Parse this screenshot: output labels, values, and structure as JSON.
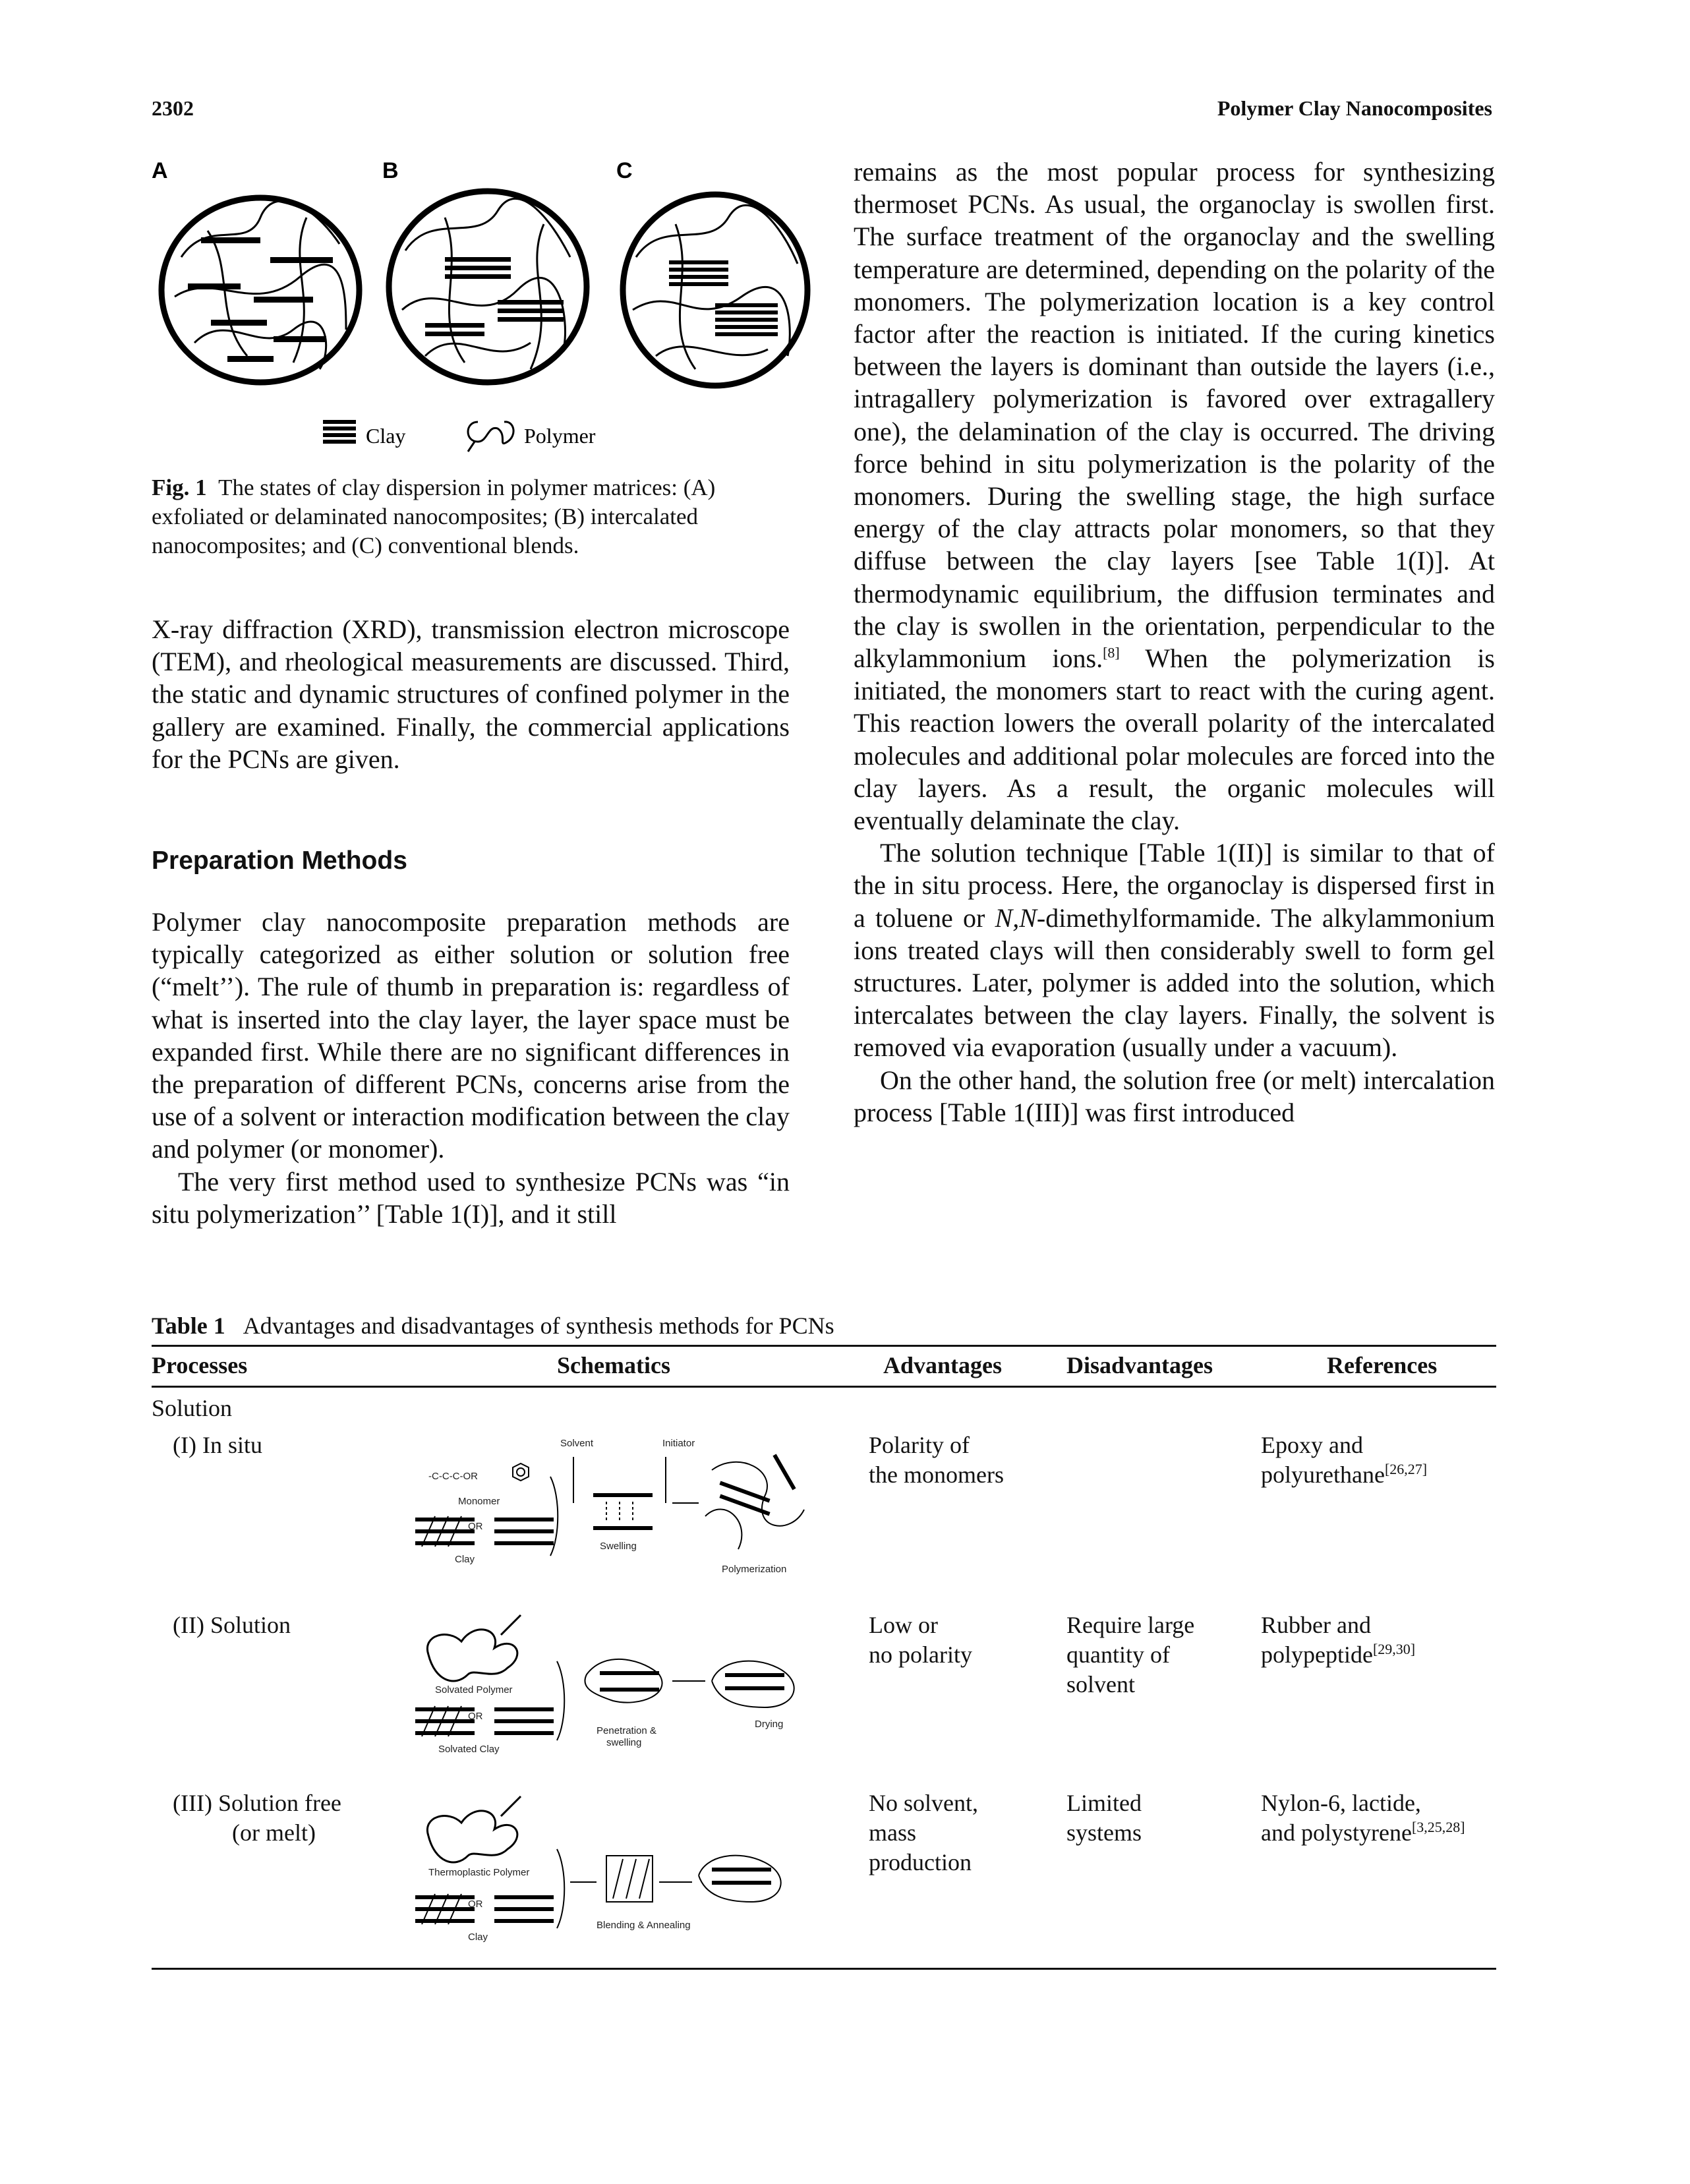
{
  "header": {
    "page_number": "2302",
    "running_title": "Polymer Clay Nanocomposites"
  },
  "figure1": {
    "panel_labels": [
      "A",
      "B",
      "C"
    ],
    "legend_clay": "Clay",
    "legend_polymer": "Polymer",
    "caption_label": "Fig. 1",
    "caption_text": "The states of clay dispersion in polymer matrices: (A) exfoliated or delaminated nanocomposites; (B) intercalated nanocomposites; and (C) conventional blends."
  },
  "left_column": {
    "p1": "X-ray diffraction (XRD), transmission electron microscope (TEM), and rheological measurements are discussed. Third, the static and dynamic structures of confined polymer in the gallery are examined. Finally, the commercial applications for the PCNs are given.",
    "section_heading": "Preparation Methods",
    "p2": "Polymer clay nanocomposite preparation methods are typically categorized as either solution or solution free (“melt’’). The rule of thumb in preparation is: regardless of what is inserted into the clay layer, the layer space must be expanded first. While there are no significant differences in the preparation of different PCNs, concerns arise from the use of a solvent or interaction modification between the clay and polymer (or monomer).",
    "p3": "The very first method used to synthesize PCNs was “in situ polymerization’’ [Table 1(I)], and it still"
  },
  "right_column": {
    "p1": "remains as the most popular process for synthesizing thermoset PCNs. As usual, the organoclay is swollen first. The surface treatment of the organoclay and the swelling temperature are determined, depending on the polarity of the monomers. The polymerization location is a key control factor after the reaction is initiated. If the curing kinetics between the layers is dominant than outside the layers (i.e., intragallery polymerization is favored over extragallery one), the delamination of the clay is occurred. The driving force behind in situ polymerization is the polarity of the monomers. During the swelling stage, the high surface energy of the clay attracts polar monomers, so that they diffuse between the clay layers [see Table 1(I)]. At thermodynamic equilibrium, the diffusion terminates and the clay is swollen in the orientation, perpendicular to the alkylammonium ions.",
    "p1_ref": "[8]",
    "p1_tail": " When the polymerization is initiated, the monomers start to react with the curing agent. This reaction lowers the overall polarity of the intercalated molecules and additional polar molecules are forced into the clay layers. As a result, the organic molecules will eventually delaminate the clay.",
    "p2_a": "The solution technique [Table 1(II)] is similar to that of the in situ process. Here, the organoclay is dispersed first in a toluene or ",
    "p2_italic": "N,N",
    "p2_b": "-dimethylformamide. The alkylammonium ions treated clays will then considerably swell to form gel structures. Later, polymer is added into the solution, which intercalates between the clay layers. Finally, the solvent is removed via evaporation (usually under a vacuum).",
    "p3": "On the other hand, the solution free (or melt) intercalation process [Table 1(III)] was first introduced"
  },
  "table1": {
    "label": "Table 1",
    "title": "Advantages and disadvantages of synthesis methods for PCNs",
    "columns": [
      "Processes",
      "Schematics",
      "Advantages",
      "Disadvantages",
      "References"
    ],
    "group_label": "Solution",
    "rows": [
      {
        "process": "(I) In situ",
        "process_line2": "",
        "advantages": [
          "Polarity of",
          "the monomers"
        ],
        "disadvantages": [],
        "references": [
          "Epoxy and",
          "polyurethane"
        ],
        "ref_sup": "[26,27]",
        "schematic_labels": {
          "solvent": "Solvent",
          "initiator": "Initiator",
          "formula": "-C-C-C-OR",
          "monomer": "Monomer",
          "or": "OR",
          "clay": "Clay",
          "swelling": "Swelling",
          "polymerization": "Polymerization"
        }
      },
      {
        "process": "(II) Solution",
        "process_line2": "",
        "advantages": [
          "Low or",
          "no polarity"
        ],
        "disadvantages": [
          "Require large",
          "quantity of",
          "solvent"
        ],
        "references": [
          "Rubber and",
          "polypeptide"
        ],
        "ref_sup": "[29,30]",
        "schematic_labels": {
          "solvated_polymer": "Solvated Polymer",
          "or": "OR",
          "solvated_clay": "Solvated Clay",
          "penetration_1": "Penetration &",
          "penetration_2": "swelling",
          "drying": "Drying"
        }
      },
      {
        "process": "(III) Solution free",
        "process_line2": "(or melt)",
        "advantages": [
          "No solvent,",
          "mass",
          "production"
        ],
        "disadvantages": [
          "Limited",
          "systems"
        ],
        "references": [
          "Nylon-6, lactide,",
          "and polystyrene"
        ],
        "ref_sup": "[3,25,28]",
        "schematic_labels": {
          "thermoplastic_polymer": "Thermoplastic Polymer",
          "or": "OR",
          "clay": "Clay",
          "blending": "Blending & Annealing"
        }
      }
    ]
  }
}
